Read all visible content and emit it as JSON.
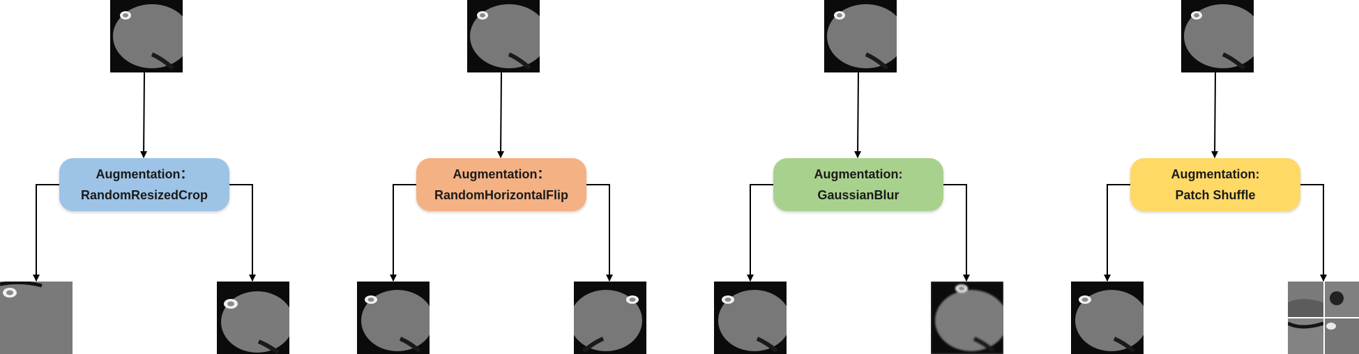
{
  "panels": [
    {
      "heading": "Augmentation：",
      "method": "RandomResizedCrop",
      "color": "#9DC3E6",
      "outputs": [
        "crop",
        "crop"
      ]
    },
    {
      "heading": "Augmentation：",
      "method": "RandomHorizontalFlip",
      "color": "#F4B183",
      "outputs": [
        "original",
        "flipped"
      ]
    },
    {
      "heading": "Augmentation:",
      "method": "GaussianBlur",
      "color": "#A9D18E",
      "outputs": [
        "original",
        "blurred"
      ]
    },
    {
      "heading": "Augmentation:",
      "method": "Patch Shuffle",
      "color": "#FFD966",
      "outputs": [
        "original",
        "patch-shuffled"
      ]
    }
  ]
}
